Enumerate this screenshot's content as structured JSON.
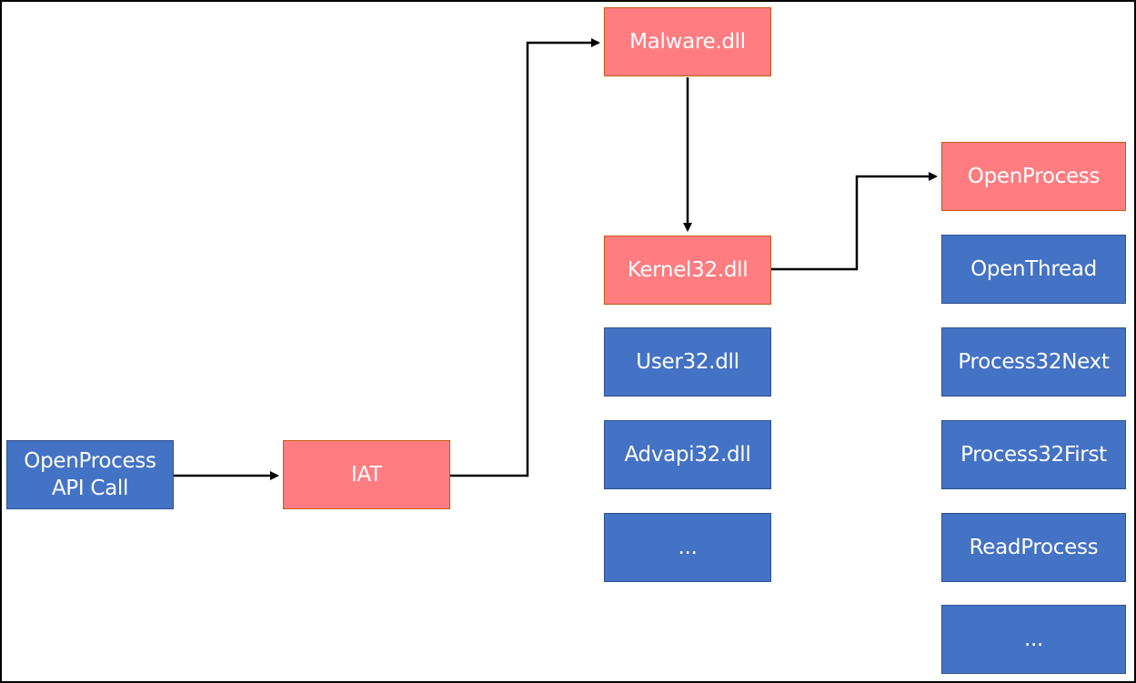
{
  "colors": {
    "blue_fill": "#4472c4",
    "red_fill": "#ff7c80",
    "text": "#ffffff",
    "line": "#000000"
  },
  "nodes": {
    "api_call": {
      "line1": "OpenProcess",
      "line2": "API Call"
    },
    "iat": {
      "label": "IAT"
    },
    "malware_dll": {
      "label": "Malware.dll"
    },
    "dlls": [
      {
        "label": "Kernel32.dll"
      },
      {
        "label": "User32.dll"
      },
      {
        "label": "Advapi32.dll"
      },
      {
        "label": "..."
      }
    ],
    "functions": [
      {
        "label": "OpenProcess"
      },
      {
        "label": "OpenThread"
      },
      {
        "label": "Process32Next"
      },
      {
        "label": "Process32First"
      },
      {
        "label": "ReadProcess"
      },
      {
        "label": "..."
      }
    ]
  }
}
